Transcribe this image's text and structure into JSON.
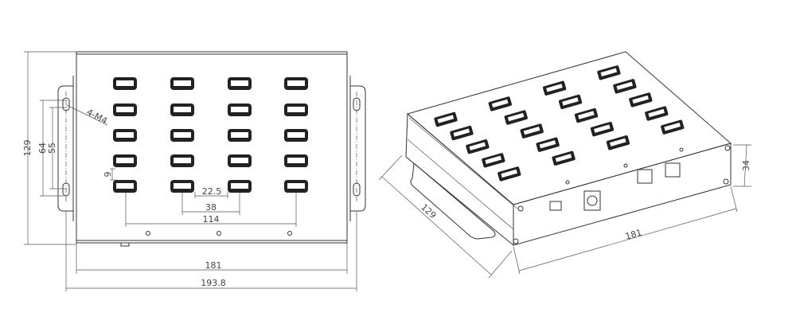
{
  "title": "USB hub enclosure dimension drawing",
  "colors": {
    "line": "#333333",
    "port": "#222222",
    "background": "#ffffff"
  },
  "top_view": {
    "port_rows": 5,
    "port_cols": 4,
    "dims": {
      "height": "129",
      "flange_outer": "64",
      "flange_inner": "55",
      "holes": "4-M4",
      "row_pitch": "9",
      "port_gap": "22.5",
      "col_pitch": "38",
      "span": "114",
      "width": "181",
      "overall_width": "193.8"
    }
  },
  "iso_view": {
    "dims": {
      "depth": "129",
      "width": "181",
      "height": "34"
    }
  }
}
